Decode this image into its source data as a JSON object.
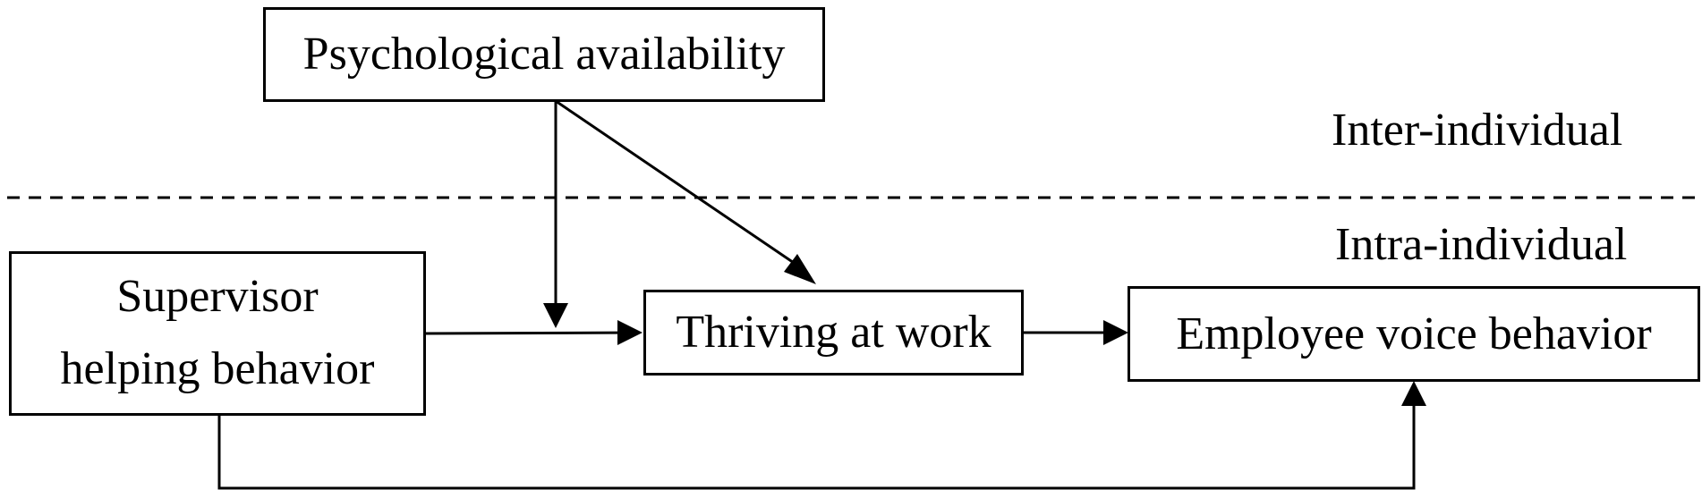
{
  "nodes": {
    "psychological_availability": "Psychological availability",
    "supervisor_helping_line1": "Supervisor",
    "supervisor_helping_line2": "helping behavior",
    "thriving_at_work": "Thriving at work",
    "employee_voice_behavior": "Employee voice behavior"
  },
  "levels": {
    "inter": "Inter-individual",
    "intra": "Intra-individual"
  },
  "edges": [
    {
      "from": "supervisor_helping",
      "to": "thriving_at_work"
    },
    {
      "from": "thriving_at_work",
      "to": "employee_voice_behavior"
    },
    {
      "from": "supervisor_helping",
      "to": "employee_voice_behavior"
    },
    {
      "from": "psychological_availability",
      "to": "supervisor_helping->thriving_at_work"
    },
    {
      "from": "psychological_availability",
      "to": "thriving_at_work"
    }
  ]
}
